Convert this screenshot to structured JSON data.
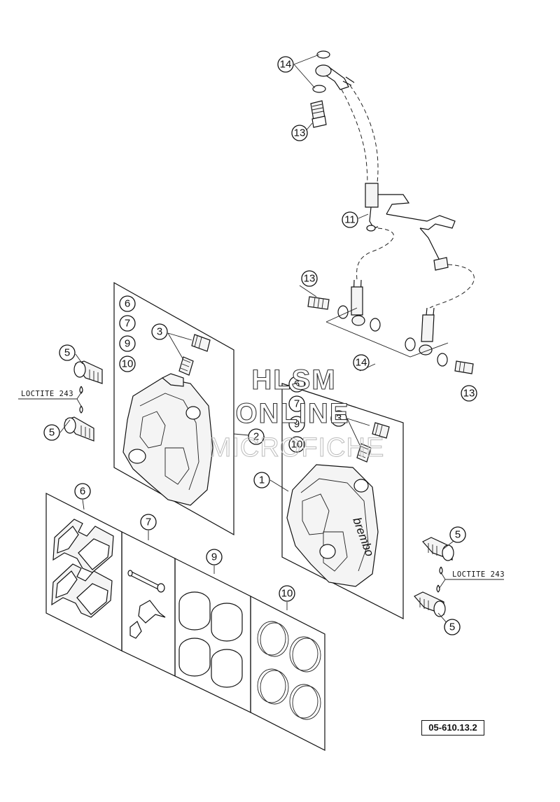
{
  "diagram": {
    "callouts": [
      "14",
      "13",
      "11",
      "13",
      "14",
      "13",
      "3",
      "6",
      "7",
      "9",
      "10",
      "5",
      "5",
      "2",
      "1",
      "6",
      "7",
      "9",
      "10",
      "3",
      "5",
      "5",
      "6",
      "7",
      "9",
      "10"
    ],
    "loctite_left": "LOCTITE 243",
    "loctite_right": "LOCTITE 243",
    "brand_mark": "brembo"
  },
  "watermark": {
    "line1": "HLSM",
    "line2": "ONLINE",
    "line3": "MICROFICHE"
  },
  "drawing_code": "05-610.13.2",
  "colors": {
    "ink": "#111111",
    "background": "#ffffff",
    "watermark_faint": "#bbbbbb"
  }
}
